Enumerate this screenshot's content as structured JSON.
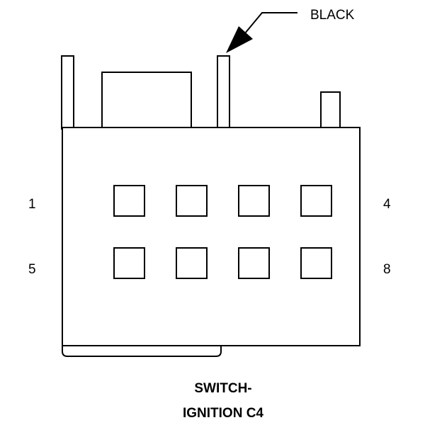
{
  "callout": {
    "label": "BLACK"
  },
  "pin_labels": {
    "top_left": "1",
    "top_right": "4",
    "bottom_left": "5",
    "bottom_right": "8"
  },
  "caption": {
    "line1": "SWITCH-",
    "line2": "IGNITION C4"
  },
  "cavities": {
    "rows": 2,
    "columns": 4
  },
  "colors": {
    "line": "#000000",
    "background": "#ffffff"
  }
}
